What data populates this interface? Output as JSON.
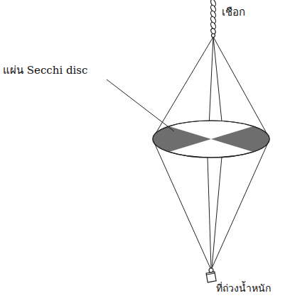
{
  "diagram": {
    "labels": [
      "เชือก",
      "แผ่น Secchi disc",
      "ที่ถ่วงน้ำหนัก"
    ]
  }
}
